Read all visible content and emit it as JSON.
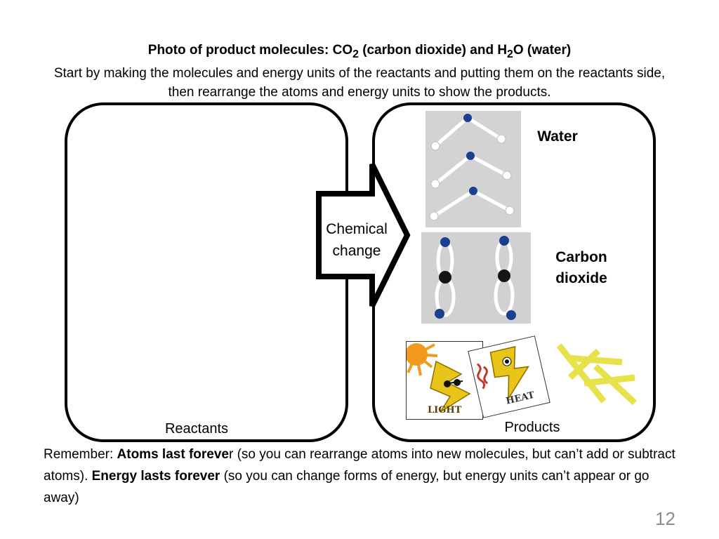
{
  "header": {
    "title_parts": {
      "t1": "Photo of product molecules: CO",
      "sub1": "2",
      "t2": " (carbon dioxide) and H",
      "sub2": "2",
      "t3": "O (water)"
    },
    "instructions": "Start by making the molecules and energy units of the reactants and putting them on the reactants side, then rearrange the atoms and energy units to show the products."
  },
  "arrow": {
    "line1": "Chemical",
    "line2": "change"
  },
  "panels": {
    "reactants_label": "Reactants",
    "products_label": "Products"
  },
  "molecules": {
    "water_label": "Water",
    "co2_line1": "Carbon",
    "co2_line2": "dioxide"
  },
  "energy_cards": {
    "light": "LIGHT",
    "heat": "HEAT"
  },
  "footer": {
    "p1": "Remember: ",
    "b1": "Atoms last foreve",
    "p2": "r (so you can rearrange atoms into new molecules, but can’t add or subtract atoms). ",
    "b2": "Energy lasts forever",
    "p3": " (so you can change forms of energy, but energy units can’t appear or go away)"
  },
  "page_number": "12",
  "colors": {
    "oxygen": "#ffffff",
    "hydrogen": "#1a3f8f",
    "carbon": "#151515",
    "energy_stick": "#e8e24a",
    "sun": "#f39a1e"
  }
}
